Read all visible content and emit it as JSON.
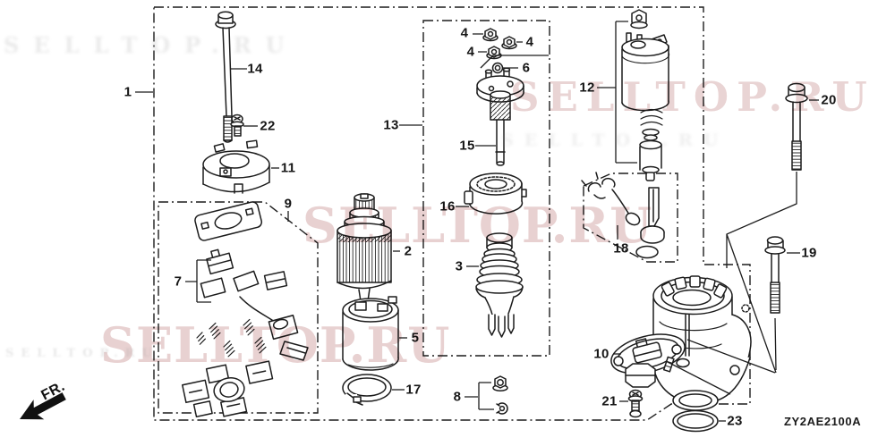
{
  "diagram": {
    "code": "ZY2AE2100A",
    "watermark": "SELLTOP.RU",
    "fr_label": "FR."
  },
  "callouts": {
    "n1": "1",
    "n2": "2",
    "n3": "3",
    "n4a": "4",
    "n4b": "4",
    "n4c": "4",
    "n5": "5",
    "n6": "6",
    "n7": "7",
    "n8": "8",
    "n9": "9",
    "n10": "10",
    "n11": "11",
    "n12": "12",
    "n13": "13",
    "n14": "14",
    "n15": "15",
    "n16": "16",
    "n17": "17",
    "n18": "18",
    "n19": "19",
    "n20": "20",
    "n21": "21",
    "n22": "22",
    "n23": "23"
  }
}
